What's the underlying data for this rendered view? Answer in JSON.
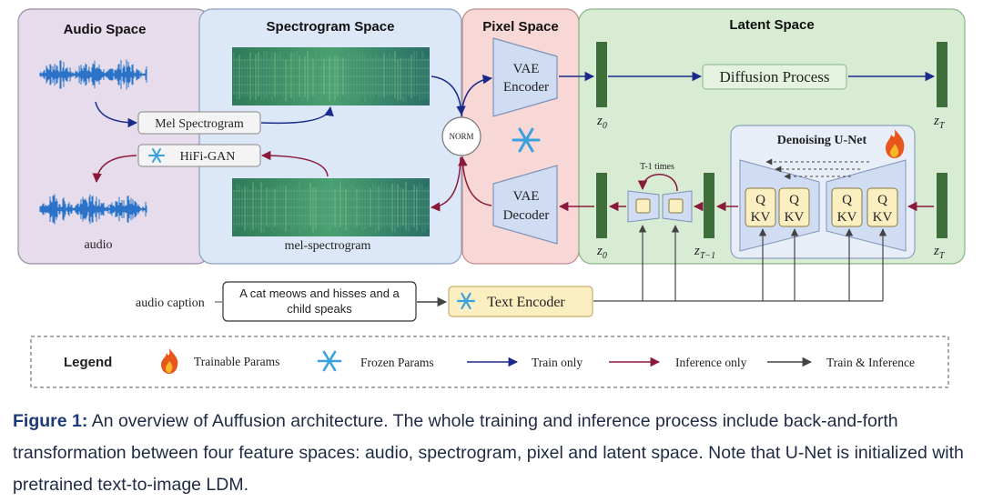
{
  "panels": {
    "audio": "Audio Space",
    "spectrogram": "Spectrogram Space",
    "pixel": "Pixel Space",
    "latent": "Latent Space"
  },
  "nodes": {
    "mel_spectrogram": "Mel Spectrogram",
    "hifi_gan": "HiFi-GAN",
    "audio_label": "audio",
    "mel_label": "mel-spectrogram",
    "norm": "NORM",
    "vae_encoder_l1": "VAE",
    "vae_encoder_l2": "Encoder",
    "vae_decoder_l1": "VAE",
    "vae_decoder_l2": "Decoder",
    "diffusion_process": "Diffusion Process",
    "unet_title": "Denoising U-Net",
    "q": "Q",
    "kv": "KV",
    "t1_times": "T-1 times",
    "z0": "z",
    "z0_sub": "0",
    "zT_sub": "T",
    "zT1_sub": "T−1",
    "audio_caption_label": "audio caption",
    "caption_text_l1": "A cat meows and hisses and a",
    "caption_text_l2": "child speaks",
    "text_encoder": "Text Encoder"
  },
  "legend": {
    "title": "Legend",
    "trainable": "Trainable Params",
    "frozen": "Frozen Params",
    "train_only": "Train only",
    "inference_only": "Inference only",
    "train_inference": "Train & Inference"
  },
  "colors": {
    "audio_panel": "#e6dcec",
    "spectrogram_panel": "#dce8f8",
    "pixel_panel": "#f8d7d7",
    "latent_panel": "#d8ecd4",
    "train_only_arrow": "#1a2a8a",
    "inference_only_arrow": "#8a1a3a",
    "train_inference_arrow": "#444444"
  },
  "caption": {
    "label": "Figure 1:",
    "text": "An overview of Auffusion architecture. The whole training and inference process include back-and-forth transformation between four feature spaces: audio, spectrogram, pixel and latent space. Note that U-Net is initialized with pretrained text-to-image LDM."
  }
}
